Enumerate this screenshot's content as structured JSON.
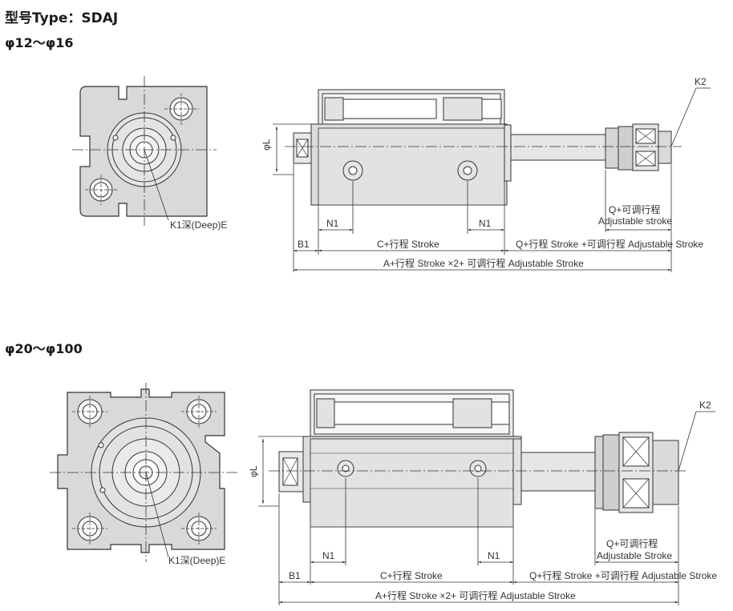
{
  "title": "型号Type：SDAJ",
  "sections": [
    {
      "range": "φ12～φ16",
      "labels": {
        "k2": "K2",
        "phi_l": "φL",
        "k1": "K1深(Deep)E",
        "n1_left": "N1",
        "n1_right": "N1",
        "b1": "B1",
        "c": "C+行程 Stroke",
        "q_adj_1": "Q+可调行程",
        "q_adj_2": "Adjustable stroke",
        "q_stroke": "Q+行程 Stroke  +可调行程 Adjustable Stroke",
        "a": "A+行程 Stroke  ×2+ 可调行程 Adjustable Stroke"
      }
    },
    {
      "range": "φ20～φ100",
      "labels": {
        "k2": "K2",
        "phi_l": "φL",
        "k1": "K1深(Deep)E",
        "n1_left": "N1",
        "n1_right": "N1",
        "b1": "B1",
        "c": "C+行程 Stroke",
        "q_adj_1": "Q+可调行程",
        "q_adj_2": "Adjustable Stroke",
        "q_stroke": "Q+行程 Stroke +可调行程 Adjustable Stroke",
        "a": "A+行程 Stroke  ×2+ 可调行程 Adjustable Stroke"
      }
    }
  ]
}
